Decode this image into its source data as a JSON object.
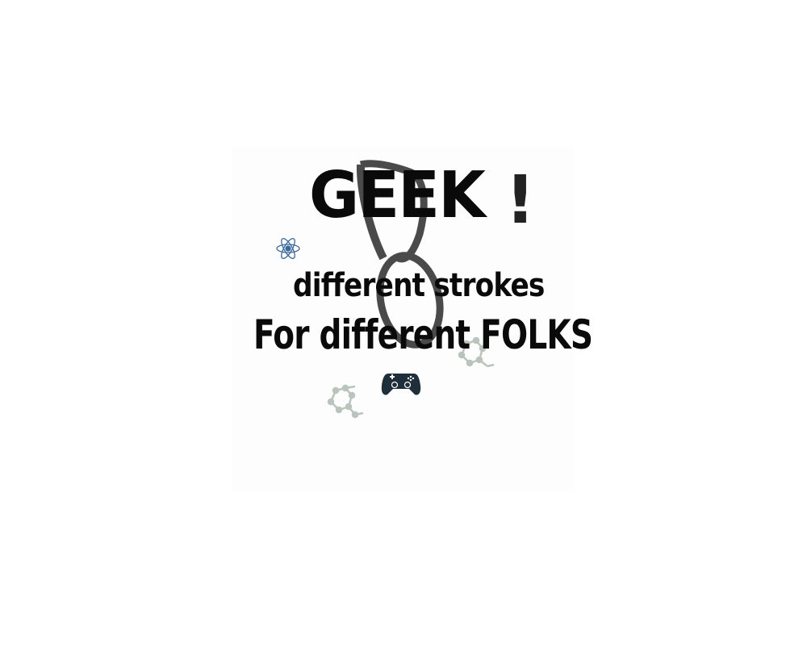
{
  "design": {
    "headline": "GEEK",
    "exclamation": "!",
    "line1": "different strokes",
    "line2": "For different FOLKS"
  },
  "icons": [
    "glasses-icon",
    "atom-icon",
    "molecule-icon",
    "gamepad-icon"
  ],
  "colors": {
    "text": "#0a0a0a",
    "glasses": "#4a4a4a",
    "atom": "#3b6a9a",
    "molecule": "#b9c4bd",
    "gamepad": "#1e2e3a"
  }
}
